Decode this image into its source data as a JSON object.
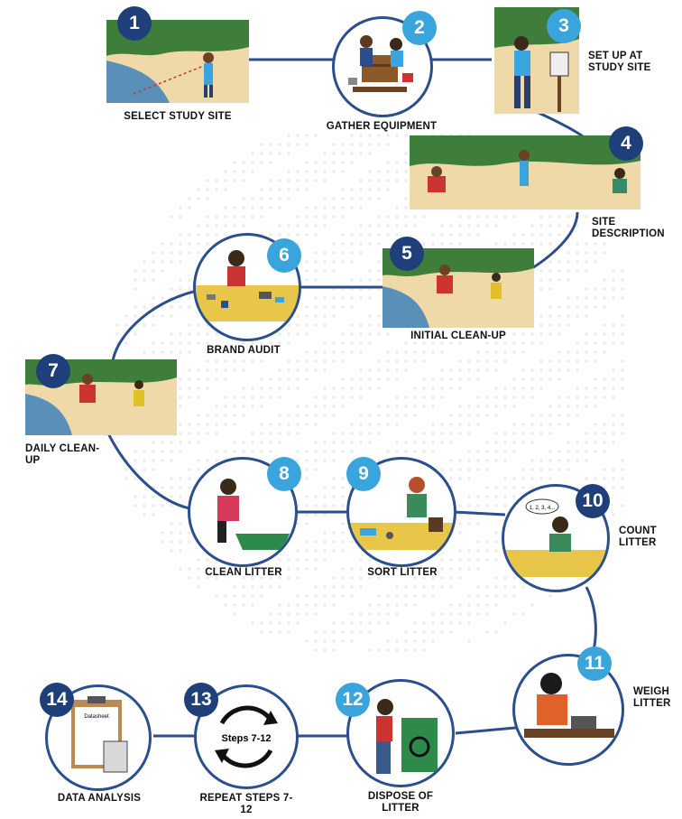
{
  "steps": [
    {
      "number": "1",
      "label": "SELECT STUDY SITE"
    },
    {
      "number": "2",
      "label": "GATHER EQUIPMENT"
    },
    {
      "number": "3",
      "label": "SET UP AT STUDY SITE"
    },
    {
      "number": "4",
      "label": "SITE DESCRIPTION"
    },
    {
      "number": "5",
      "label": "INITIAL CLEAN-UP"
    },
    {
      "number": "6",
      "label": "BRAND AUDIT"
    },
    {
      "number": "7",
      "label": "DAILY CLEAN-UP"
    },
    {
      "number": "8",
      "label": "CLEAN LITTER"
    },
    {
      "number": "9",
      "label": "SORT LITTER"
    },
    {
      "number": "10",
      "label": "COUNT LITTER"
    },
    {
      "number": "11",
      "label": "WEIGH LITTER"
    },
    {
      "number": "12",
      "label": "DISPOSE OF LITTER"
    },
    {
      "number": "13",
      "label": "REPEAT STEPS 7-12"
    },
    {
      "number": "14",
      "label": "DATA ANALYSIS"
    }
  ],
  "inner_text": {
    "repeat_cycle": "Steps 7-12",
    "datasheet": "Datasheet",
    "speech": "1, 2, 3, 4..."
  },
  "colors": {
    "badge_dark": "#1e3f7a",
    "badge_light": "#3aa4dd",
    "path_line": "#2a4f8c",
    "sand": "#f0d9a8",
    "water": "#5a8fb8",
    "vegetation": "#3f7d3a"
  }
}
